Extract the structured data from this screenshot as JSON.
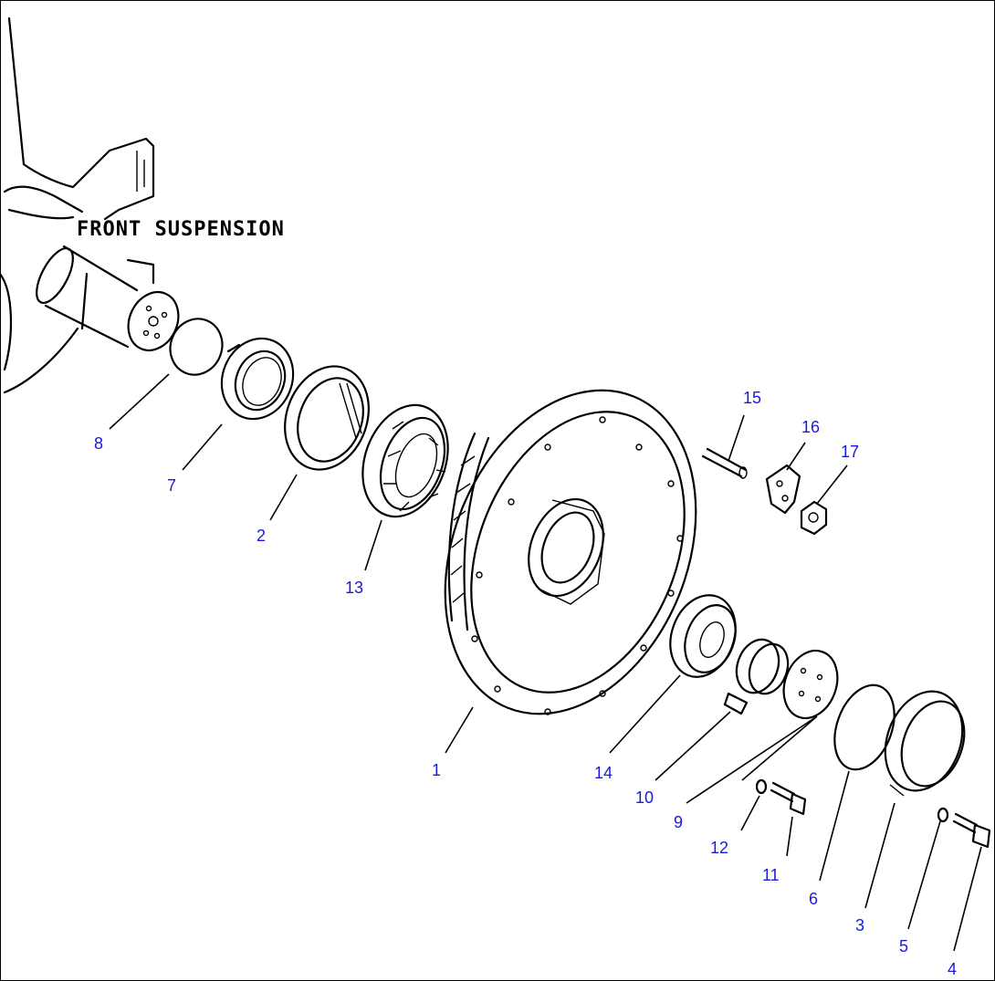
{
  "diagram": {
    "title": "FRONT SUSPENSION",
    "callouts": [
      {
        "id": "c1",
        "label": "1"
      },
      {
        "id": "c2",
        "label": "2"
      },
      {
        "id": "c3",
        "label": "3"
      },
      {
        "id": "c4",
        "label": "4"
      },
      {
        "id": "c5",
        "label": "5"
      },
      {
        "id": "c6",
        "label": "6"
      },
      {
        "id": "c7",
        "label": "7"
      },
      {
        "id": "c8",
        "label": "8"
      },
      {
        "id": "c9",
        "label": "9"
      },
      {
        "id": "c10",
        "label": "10"
      },
      {
        "id": "c11",
        "label": "11"
      },
      {
        "id": "c12",
        "label": "12"
      },
      {
        "id": "c13",
        "label": "13"
      },
      {
        "id": "c14",
        "label": "14"
      },
      {
        "id": "c15",
        "label": "15"
      },
      {
        "id": "c16",
        "label": "16"
      },
      {
        "id": "c17",
        "label": "17"
      }
    ],
    "callout_color": "#1a1adc"
  }
}
